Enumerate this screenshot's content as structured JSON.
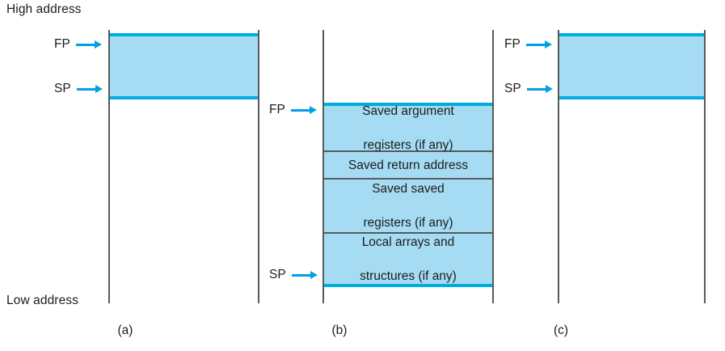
{
  "figure": {
    "high_address_label": "High address",
    "low_address_label": "Low address",
    "accent_fill": "#a5dcf4",
    "accent_border": "#00addf",
    "rail_color": "#58595b",
    "arrow_color": "#00a0e3"
  },
  "panels": [
    {
      "caption": "(a)",
      "pointers": [
        {
          "name": "FP",
          "label": "FP"
        },
        {
          "name": "SP",
          "label": "SP"
        }
      ],
      "cells": []
    },
    {
      "caption": "(b)",
      "pointers": [
        {
          "name": "FP",
          "label": "FP"
        },
        {
          "name": "SP",
          "label": "SP"
        }
      ],
      "cells": [
        {
          "line1": "Saved argument",
          "line2": "registers (if any)"
        },
        {
          "line1": "Saved return address",
          "line2": ""
        },
        {
          "line1": "Saved saved",
          "line2": "registers (if any)"
        },
        {
          "line1": "Local arrays and",
          "line2": "structures (if any)"
        }
      ]
    },
    {
      "caption": "(c)",
      "pointers": [
        {
          "name": "FP",
          "label": "FP"
        },
        {
          "name": "SP",
          "label": "SP"
        }
      ],
      "cells": []
    }
  ]
}
